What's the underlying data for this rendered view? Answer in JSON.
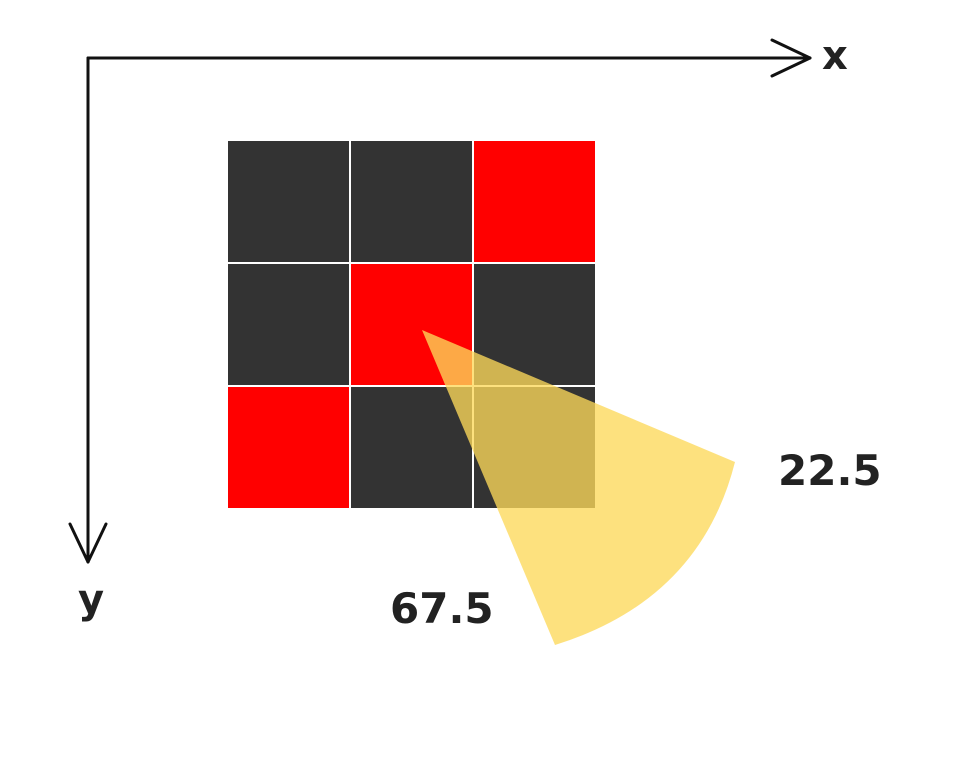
{
  "axes": {
    "x_label": "x",
    "y_label": "y",
    "color": "#111111"
  },
  "grid": {
    "rows": 3,
    "cols": 3,
    "cells": [
      "dark",
      "dark",
      "red",
      "dark",
      "red",
      "dark",
      "red",
      "dark",
      "dark"
    ],
    "colors": {
      "dark": "#333333",
      "red": "#ff0000",
      "divider": "#ffffff"
    }
  },
  "sector": {
    "color": "#fcd95a",
    "opacity": 0.78,
    "anchor_cell": "1,1"
  },
  "angles": {
    "upper_label": "22.5",
    "lower_label": "67.5"
  }
}
